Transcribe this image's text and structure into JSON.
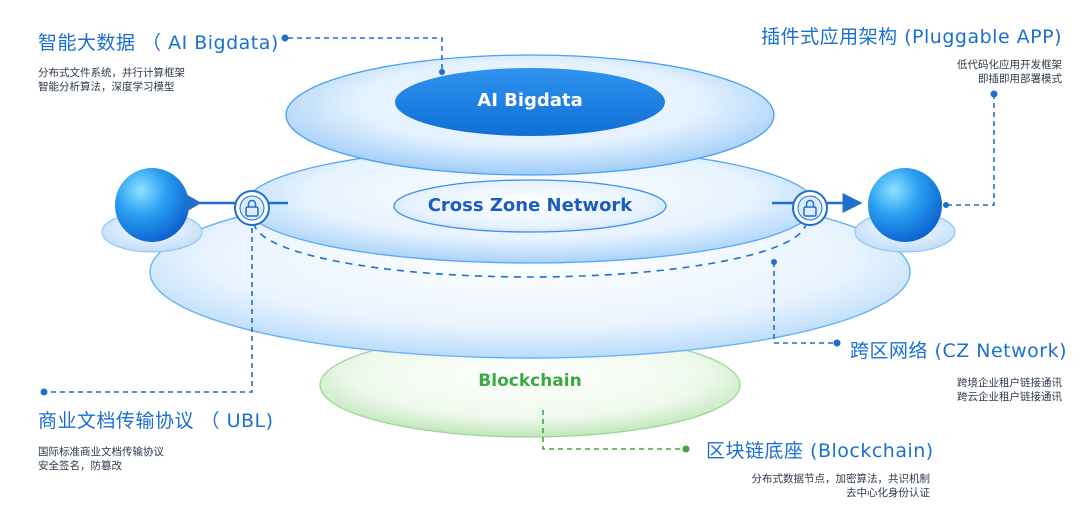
{
  "layers": {
    "ai_label": "AI Bigdata",
    "czn_label": "Cross Zone Network",
    "blockchain_label": "Blockchain"
  },
  "annotations": {
    "ai_bigdata": {
      "title": "智能大数据 （ AI Bigdata)",
      "lines": [
        "分布式文件系统，并行计算框架",
        "智能分析算法，深度学习模型"
      ]
    },
    "pluggable_app": {
      "title": "插件式应用架构 (Pluggable APP)",
      "lines": [
        "低代码化应用开发框架",
        "即插即用部署模式"
      ]
    },
    "cz_network": {
      "title": "跨区网络 (CZ Network)",
      "lines": [
        "跨境企业租户链接通讯",
        "跨云企业租户链接通讯"
      ]
    },
    "ubl": {
      "title": "商业文档传输协议 （ UBL)",
      "lines": [
        "国际标准商业文档传输协议",
        "安全签名，防篡改"
      ]
    },
    "blockchain": {
      "title": "区块链底座 (Blockchain)",
      "lines": [
        "分布式数据节点，加密算法，共识机制",
        "去中心化身份认证"
      ]
    }
  },
  "icons": {
    "lock": "lock-icon",
    "node": "node-sphere-icon"
  },
  "colors": {
    "primary_blue": "#1a7fe0",
    "dashed_blue": "#1f6fcf",
    "green": "#3aa843",
    "text_dark": "#2d3a4a"
  }
}
